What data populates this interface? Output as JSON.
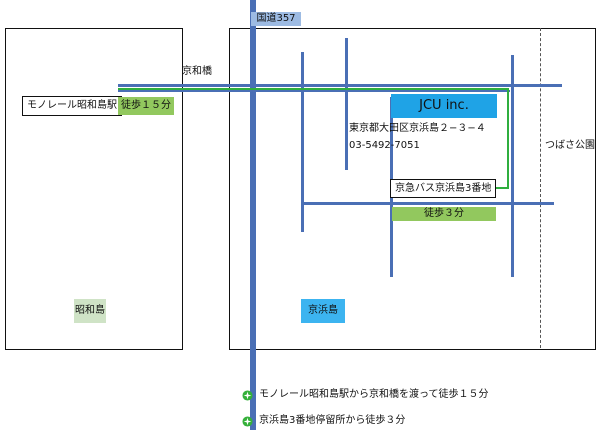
{
  "colors": {
    "road": "#4a6fb5",
    "route_line": "#2fae3f",
    "walk_badge": "#92c85e",
    "company_badge": "#1fa3e6",
    "keihinjima_badge": "#3cb4f0",
    "showajima_badge": "#cfe3c6",
    "route357_badge": "#9dbbe3"
  },
  "roads": {
    "route357": "国道357",
    "bridge": "京和橋"
  },
  "places": {
    "monorail_station": "モノレール昭和島駅",
    "bus_stop": "京急バス京浜島3番地",
    "park": "つばさ公園",
    "showajima": "昭和島",
    "keihinjima": "京浜島"
  },
  "walk": {
    "from_station": "徒歩１５分",
    "from_bus": "徒歩３分"
  },
  "company": {
    "name": "JCU inc.",
    "address": "東京都大田区京浜島２−３−４",
    "phone": "03-5492-7051"
  },
  "notes": [
    {
      "icon": "green-sparkle-icon",
      "text": "モノレール昭和島駅から京和橋を渡って徒歩１５分"
    },
    {
      "icon": "green-sparkle-icon",
      "text": "京浜島3番地停留所から徒歩３分"
    }
  ]
}
